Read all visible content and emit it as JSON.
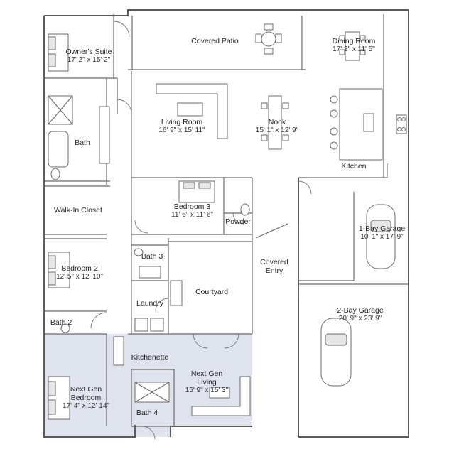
{
  "rooms": [
    {
      "id": "owners-suite",
      "name": "Owner's Suite",
      "dims": "17' 2\" x 15' 2\""
    },
    {
      "id": "covered-patio",
      "name": "Covered Patio",
      "dims": ""
    },
    {
      "id": "dining-room",
      "name": "Dining Room",
      "dims": "17' 2\" x 11' 5\""
    },
    {
      "id": "living-room",
      "name": "Living Room",
      "dims": "16' 9\" x 15' 11\""
    },
    {
      "id": "nook",
      "name": "Nook",
      "dims": "15' 1\" x 12' 9\""
    },
    {
      "id": "bath",
      "name": "Bath",
      "dims": ""
    },
    {
      "id": "kitchen",
      "name": "Kitchen",
      "dims": ""
    },
    {
      "id": "walk-in-closet",
      "name": "Walk-In Closet",
      "dims": ""
    },
    {
      "id": "bedroom-3",
      "name": "Bedroom 3",
      "dims": "11' 6\" x 11' 6\""
    },
    {
      "id": "powder",
      "name": "Powder",
      "dims": ""
    },
    {
      "id": "one-bay-garage",
      "name": "1-Bay Garage",
      "dims": "10' 1\" x 17' 9\""
    },
    {
      "id": "bath-3",
      "name": "Bath 3",
      "dims": ""
    },
    {
      "id": "bedroom-2",
      "name": "Bedroom 2",
      "dims": "12' 5\" x 12' 10\""
    },
    {
      "id": "covered-entry",
      "name": "Covered Entry",
      "dims": ""
    },
    {
      "id": "courtyard",
      "name": "Courtyard",
      "dims": ""
    },
    {
      "id": "laundry",
      "name": "Laundry",
      "dims": ""
    },
    {
      "id": "two-bay-garage",
      "name": "2-Bay Garage",
      "dims": "20' 9\" x 23' 9\""
    },
    {
      "id": "bath-2",
      "name": "Bath 2",
      "dims": ""
    },
    {
      "id": "kitchenette",
      "name": "Kitchenette",
      "dims": ""
    },
    {
      "id": "next-gen-living",
      "name": "Next Gen Living",
      "dims": "15' 9\" x 15' 3\""
    },
    {
      "id": "next-gen-bedroom",
      "name": "Next Gen Bedroom",
      "dims": "17' 4\" x 12' 14\""
    },
    {
      "id": "bath-4",
      "name": "Bath 4",
      "dims": ""
    }
  ],
  "colors": {
    "wall": "#5a5a5a",
    "next_gen_suite_shade": "#dfe3ee",
    "background": "#ffffff"
  },
  "icons": [
    "bed-icon",
    "sofa-icon",
    "dining-table-icon",
    "car-icon",
    "toilet-icon",
    "tub-icon",
    "sink-icon",
    "washer-dryer-icon",
    "range-icon",
    "patio-table-icon",
    "kitchen-island-icon",
    "stairs-icon"
  ]
}
